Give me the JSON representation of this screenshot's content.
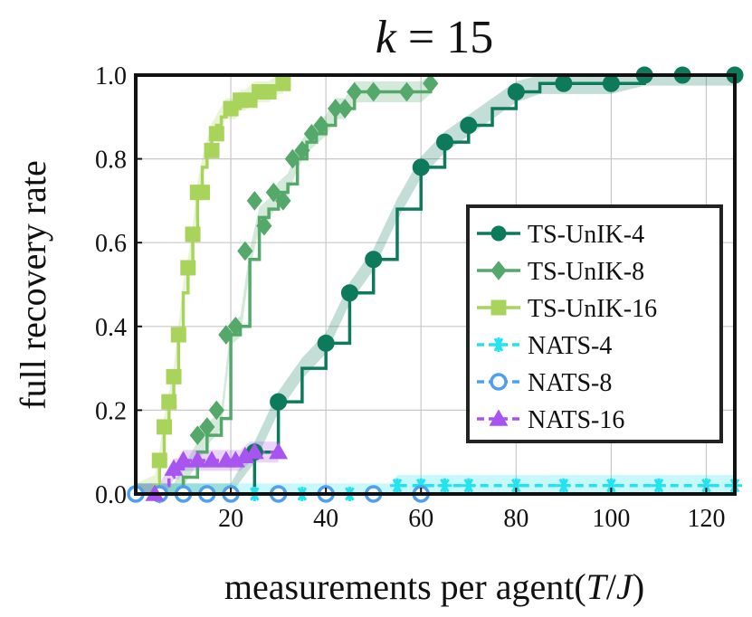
{
  "chart_data": {
    "type": "line",
    "title": {
      "pre": "",
      "var": "k",
      "post": " = 15"
    },
    "xlabel": {
      "pre": "measurements per agent(",
      "var1": "T",
      "mid": "/",
      "var2": "J",
      "post": ")"
    },
    "ylabel": "full recovery rate",
    "xlim": [
      0,
      126
    ],
    "ylim": [
      0,
      1.0
    ],
    "x_ticks": [
      20,
      40,
      60,
      80,
      100,
      120
    ],
    "x_tick_labels": [
      "20",
      "40",
      "60",
      "80",
      "100",
      "120"
    ],
    "y_ticks": [
      0,
      0.2,
      0.4,
      0.6,
      0.8,
      1.0
    ],
    "y_tick_labels": [
      "0.0",
      "0.2",
      "0.4",
      "0.6",
      "0.8",
      "1.0"
    ],
    "grid": true,
    "legend_position": "right",
    "series": [
      {
        "name": "TS-UnIK-4",
        "color": "#0e7a5c",
        "band_color": "#0e7a5c",
        "marker": "circle",
        "dash": false,
        "x": [
          0,
          5,
          10,
          15,
          18,
          20,
          25,
          30,
          35,
          40,
          45,
          50,
          55,
          60,
          65,
          70,
          75,
          80,
          85,
          90,
          100,
          107,
          115,
          126
        ],
        "y": [
          0,
          0,
          0,
          0,
          0,
          0,
          0.1,
          0.22,
          0.3,
          0.36,
          0.48,
          0.56,
          0.68,
          0.78,
          0.84,
          0.88,
          0.92,
          0.96,
          0.98,
          0.98,
          0.98,
          1.0,
          1.0,
          1.0
        ],
        "markers": [
          [
            0,
            0
          ],
          [
            5,
            0
          ],
          [
            10,
            0
          ],
          [
            15,
            0
          ],
          [
            20,
            0
          ],
          [
            25,
            0.1
          ],
          [
            30,
            0.22
          ],
          [
            40,
            0.36
          ],
          [
            45,
            0.48
          ],
          [
            50,
            0.56
          ],
          [
            60,
            0.78
          ],
          [
            65,
            0.84
          ],
          [
            70,
            0.88
          ],
          [
            80,
            0.96
          ],
          [
            90,
            0.98
          ],
          [
            100,
            0.98
          ],
          [
            107,
            1.0
          ],
          [
            115,
            1.0
          ],
          [
            126,
            1.0
          ]
        ]
      },
      {
        "name": "TS-UnIK-8",
        "color": "#54a86a",
        "band_color": "#54a86a",
        "marker": "diamond",
        "dash": false,
        "x": [
          0,
          5,
          8,
          10,
          13,
          15,
          18,
          20,
          22,
          24,
          26,
          28,
          30,
          32,
          34,
          36,
          38,
          40,
          42,
          44,
          46,
          48,
          50,
          52,
          54,
          56,
          58,
          60,
          62
        ],
        "y": [
          0,
          0,
          0,
          0.04,
          0.1,
          0.14,
          0.18,
          0.38,
          0.4,
          0.56,
          0.66,
          0.68,
          0.72,
          0.74,
          0.8,
          0.84,
          0.86,
          0.88,
          0.92,
          0.92,
          0.96,
          0.96,
          0.96,
          0.96,
          0.96,
          0.96,
          0.96,
          0.96,
          0.98
        ],
        "markers": [
          [
            5,
            0
          ],
          [
            13,
            0.14
          ],
          [
            15,
            0.16
          ],
          [
            17,
            0.2
          ],
          [
            19,
            0.38
          ],
          [
            21,
            0.4
          ],
          [
            23,
            0.58
          ],
          [
            25,
            0.7
          ],
          [
            27,
            0.64
          ],
          [
            29,
            0.72
          ],
          [
            31,
            0.7
          ],
          [
            33,
            0.8
          ],
          [
            35,
            0.82
          ],
          [
            37,
            0.86
          ],
          [
            39,
            0.88
          ],
          [
            42,
            0.92
          ],
          [
            44,
            0.92
          ],
          [
            46,
            0.96
          ],
          [
            50,
            0.96
          ],
          [
            57,
            0.96
          ],
          [
            62,
            0.98
          ]
        ]
      },
      {
        "name": "TS-UnIK-16",
        "color": "#a8d45c",
        "band_color": "#a8d45c",
        "marker": "square",
        "dash": false,
        "x": [
          0,
          4,
          5,
          6,
          7,
          8,
          9,
          10,
          11,
          12,
          13,
          14,
          15,
          16,
          17,
          18,
          19,
          20,
          21,
          22,
          23,
          24,
          25,
          26,
          27,
          28,
          29,
          30,
          31
        ],
        "y": [
          0,
          0.02,
          0.08,
          0.16,
          0.22,
          0.28,
          0.38,
          0.48,
          0.54,
          0.62,
          0.72,
          0.78,
          0.82,
          0.86,
          0.88,
          0.9,
          0.92,
          0.92,
          0.92,
          0.94,
          0.94,
          0.95,
          0.96,
          0.96,
          0.96,
          0.96,
          0.97,
          0.98,
          0.98
        ],
        "markers": [
          [
            5,
            0.08
          ],
          [
            6,
            0.16
          ],
          [
            7,
            0.22
          ],
          [
            8,
            0.28
          ],
          [
            9,
            0.38
          ],
          [
            11,
            0.54
          ],
          [
            12,
            0.62
          ],
          [
            13,
            0.72
          ],
          [
            14,
            0.72
          ],
          [
            16,
            0.82
          ],
          [
            17,
            0.86
          ],
          [
            20,
            0.92
          ],
          [
            22,
            0.94
          ],
          [
            24,
            0.94
          ],
          [
            26,
            0.96
          ],
          [
            28,
            0.96
          ],
          [
            31,
            0.98
          ]
        ]
      },
      {
        "name": "NATS-4",
        "color": "#22e3f0",
        "band_color": "#22e3f0",
        "marker": "asterisk",
        "dash": true,
        "x": [
          0,
          5,
          10,
          15,
          20,
          25,
          30,
          35,
          40,
          45,
          50,
          54,
          55,
          60,
          65,
          70,
          75,
          80,
          85,
          90,
          95,
          100,
          105,
          110,
          115,
          120,
          126
        ],
        "y": [
          0,
          0,
          0,
          0,
          0,
          0,
          0,
          0,
          0,
          0,
          0,
          0,
          0.02,
          0.02,
          0.02,
          0.02,
          0.02,
          0.02,
          0.02,
          0.02,
          0.02,
          0.02,
          0.02,
          0.02,
          0.02,
          0.02,
          0.02
        ],
        "markers": [
          [
            15,
            0
          ],
          [
            20,
            0
          ],
          [
            25,
            0
          ],
          [
            35,
            0
          ],
          [
            40,
            0
          ],
          [
            45,
            0
          ],
          [
            55,
            0.02
          ],
          [
            60,
            0.02
          ],
          [
            65,
            0.02
          ],
          [
            70,
            0.02
          ],
          [
            80,
            0.02
          ],
          [
            90,
            0.02
          ],
          [
            100,
            0.02
          ],
          [
            110,
            0.02
          ],
          [
            120,
            0.02
          ],
          [
            126,
            0.02
          ]
        ]
      },
      {
        "name": "NATS-8",
        "color": "#4f9ff0",
        "band_color": "#4f9ff0",
        "marker": "open-circle",
        "dash": true,
        "x": [
          0,
          5,
          10,
          15,
          20,
          25,
          30,
          35,
          40,
          45,
          50,
          55,
          60
        ],
        "y": [
          0,
          0,
          0,
          0,
          0,
          0,
          0,
          0,
          0,
          0,
          0,
          0,
          0
        ],
        "markers": [
          [
            0,
            0
          ],
          [
            5,
            0
          ],
          [
            10,
            0
          ],
          [
            15,
            0
          ],
          [
            20,
            0
          ],
          [
            30,
            0
          ],
          [
            40,
            0
          ],
          [
            50,
            0
          ],
          [
            60,
            0
          ]
        ]
      },
      {
        "name": "NATS-16",
        "color": "#a855f0",
        "band_color": "#a855f0",
        "marker": "triangle",
        "dash": true,
        "x": [
          0,
          4,
          5,
          6,
          7,
          8,
          9,
          10,
          12,
          14,
          16,
          18,
          20,
          22,
          24,
          26,
          28,
          30
        ],
        "y": [
          0,
          0,
          0,
          0.02,
          0.04,
          0.06,
          0.06,
          0.08,
          0.08,
          0.08,
          0.08,
          0.08,
          0.08,
          0.08,
          0.1,
          0.1,
          0.1,
          0.1
        ],
        "markers": [
          [
            4,
            0
          ],
          [
            8,
            0.06
          ],
          [
            10,
            0.08
          ],
          [
            13,
            0.08
          ],
          [
            16,
            0.08
          ],
          [
            19,
            0.08
          ],
          [
            21,
            0.08
          ],
          [
            23,
            0.09
          ],
          [
            25,
            0.1
          ],
          [
            30,
            0.1
          ]
        ]
      }
    ]
  }
}
